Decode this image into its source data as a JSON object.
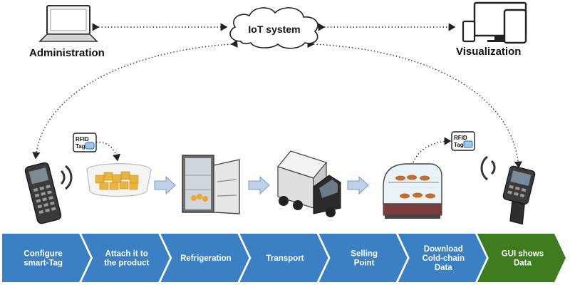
{
  "iot": {
    "label": "IoT system"
  },
  "admin": {
    "label": "Administration"
  },
  "visual": {
    "label": "Visualization"
  },
  "tags": [
    {
      "line1": "RFID",
      "line2": "Tag"
    },
    {
      "line1": "RFID",
      "line2": "Tag"
    }
  ],
  "steps": [
    {
      "lines": [
        "Configure",
        "smart-Tag"
      ],
      "color": "#3b7fc4"
    },
    {
      "lines": [
        "Attach it to",
        "the product"
      ],
      "color": "#3b7fc4"
    },
    {
      "lines": [
        "Refrigeration"
      ],
      "color": "#3b7fc4"
    },
    {
      "lines": [
        "Transport"
      ],
      "color": "#3b7fc4"
    },
    {
      "lines": [
        "Selling",
        "Point"
      ],
      "color": "#3b7fc4"
    },
    {
      "lines": [
        "Download",
        "Cold-chain",
        "Data"
      ],
      "color": "#3b7fc4"
    },
    {
      "lines": [
        "GUI shows",
        "Data"
      ],
      "color": "#3d7d1f"
    }
  ],
  "colors": {
    "flow_arrow": "#bcd0e8",
    "flow_arrow_stroke": "#7d9cc0"
  }
}
